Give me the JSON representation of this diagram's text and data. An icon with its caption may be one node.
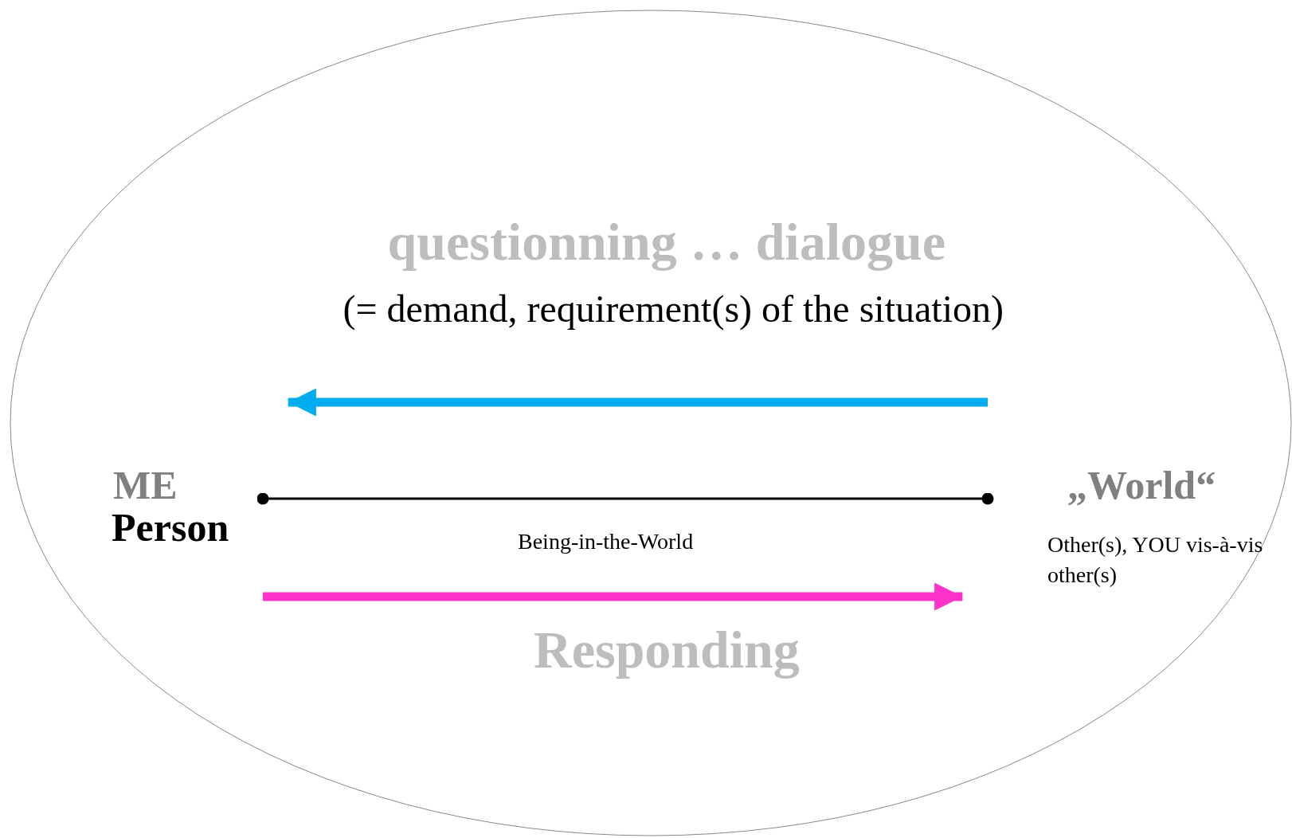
{
  "diagram": {
    "nodes": [
      {
        "text": [],
        "shape": "ellipse"
      },
      {
        "text": [
          "ME",
          "Person"
        ],
        "in": 0
      },
      {
        "text": [
          "„World“",
          "Other(s), YOU vis-à-vis other(s)"
        ],
        "in": 0
      }
    ],
    "edges": [
      {
        "from": 2,
        "to": 1,
        "arrow": "to",
        "label": "questionning … dialogue",
        "color": "#00aeef"
      },
      {
        "from": 1,
        "to": 2,
        "arrow": "other",
        "label": "Being-in-the-World",
        "color": "#000000"
      },
      {
        "from": 1,
        "to": 2,
        "arrow": "to",
        "label": "Responding",
        "color": "#ff33cc"
      }
    ],
    "labels": [
      "(= demand, requirement(s) of the situation)"
    ]
  }
}
